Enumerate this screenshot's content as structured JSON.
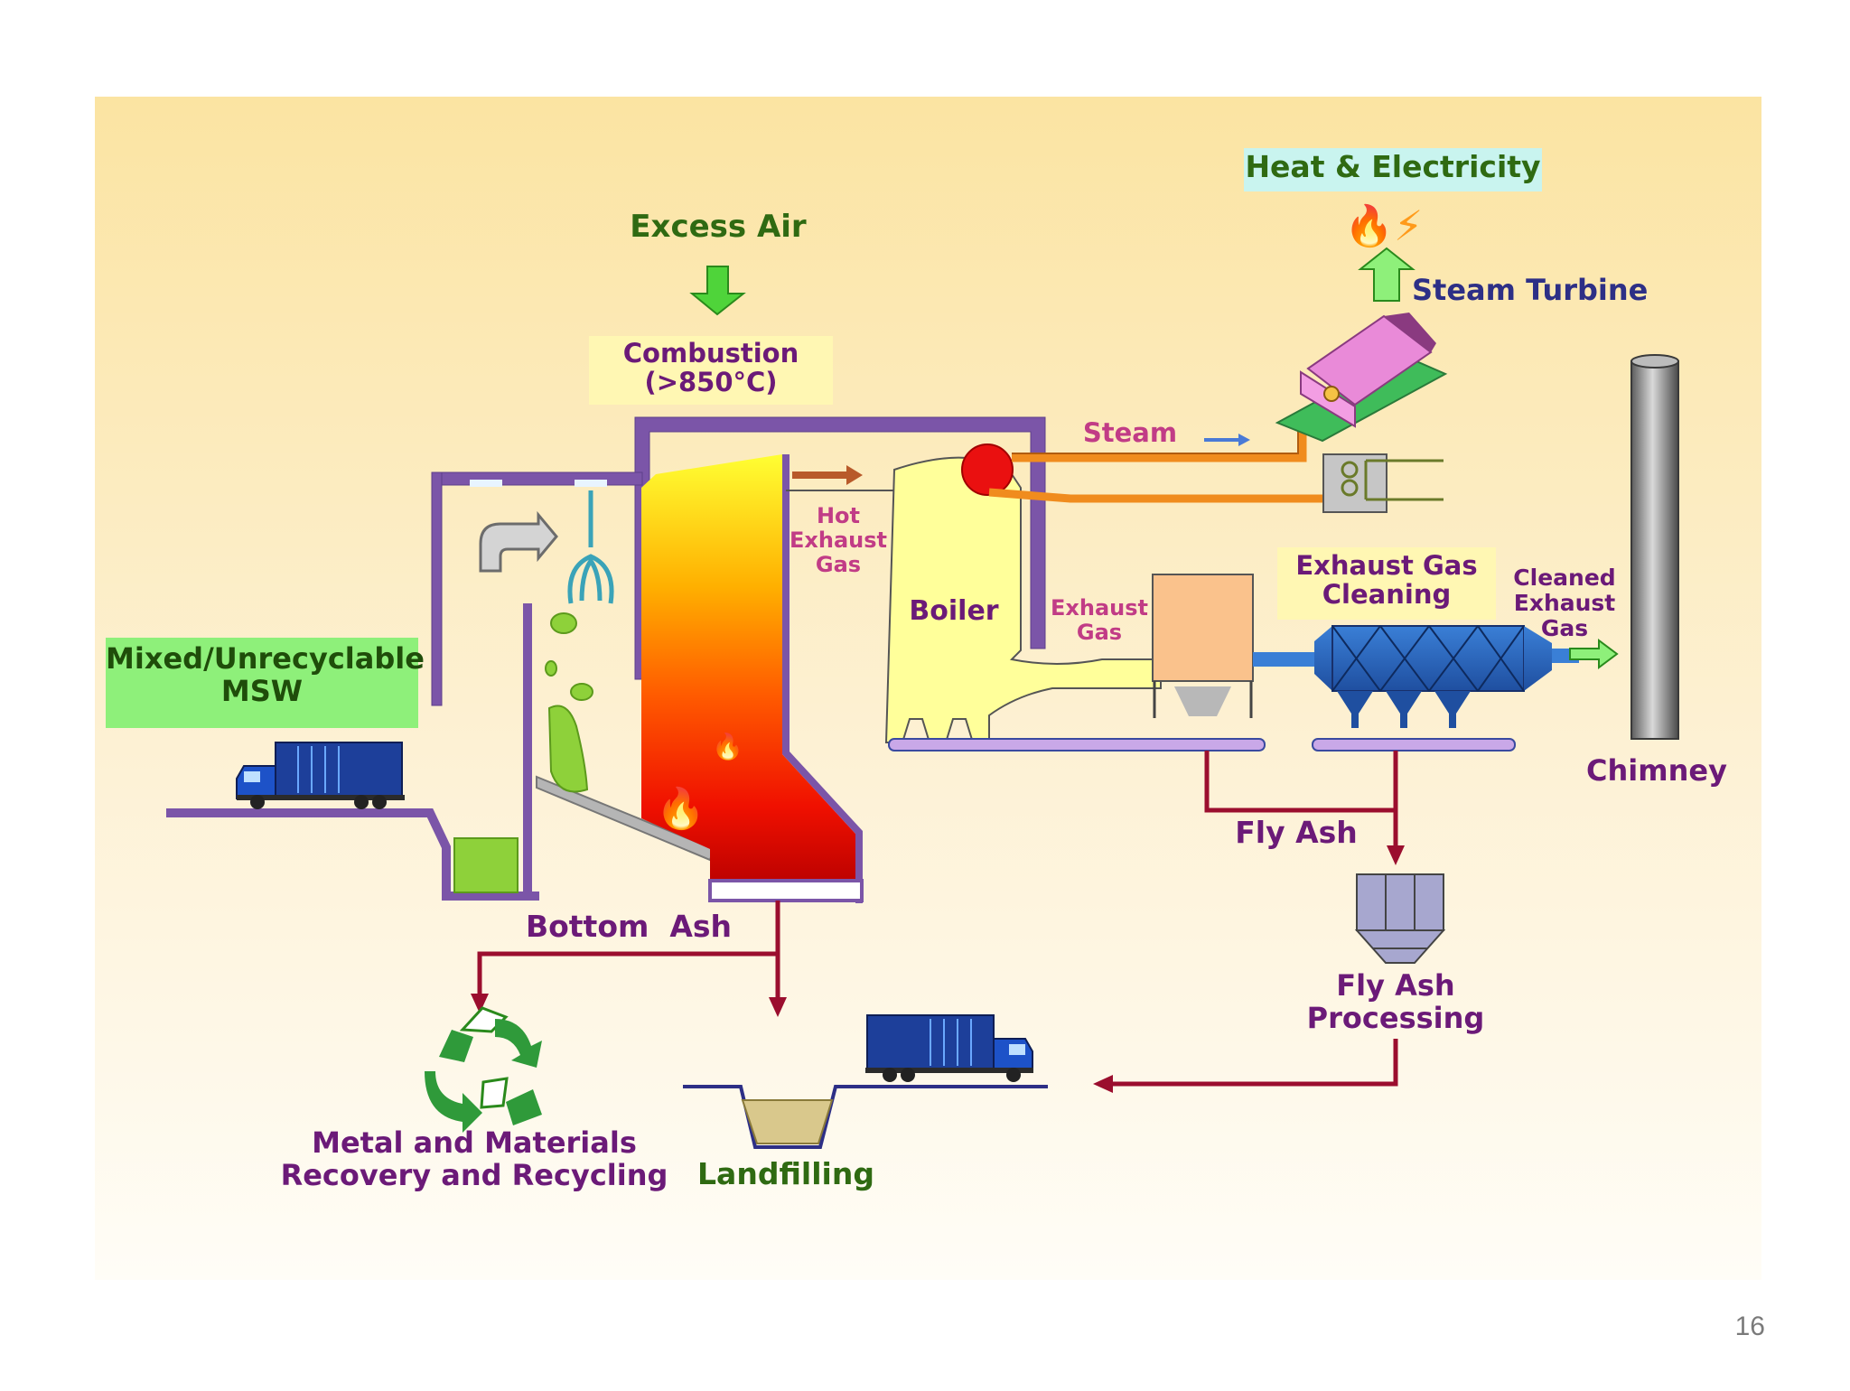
{
  "labels": {
    "excess_air": "Excess Air",
    "combustion": "Combustion\n(>850°C)",
    "heat_electricity": "Heat & Electricity",
    "steam_turbine": "Steam Turbine",
    "steam": "Steam",
    "hot_exhaust_gas": "Hot\nExhaust\nGas",
    "boiler": "Boiler",
    "exhaust_gas": "Exhaust\nGas",
    "exhaust_gas_cleaning": "Exhaust Gas\nCleaning",
    "cleaned_exhaust_gas": "Cleaned\nExhaust\nGas",
    "chimney": "Chimney",
    "mixed_msw": "Mixed/Unrecyclable\nMSW",
    "fly_ash": "Fly Ash",
    "fly_ash_processing": "Fly Ash\nProcessing",
    "bottom_ash": "Bottom  Ash",
    "metal_recovery": "Metal and Materials\nRecovery and Recycling",
    "landfilling": "Landfilling"
  },
  "page_number": "16",
  "colors": {
    "background_top": "#fbe7a6",
    "background_bottom": "#fffdf7",
    "purple_text": "#6b1a78",
    "green_text": "#2f6a12",
    "navy_text": "#2d2f86",
    "ash_lines": "#9b0e2e",
    "steam_pipes": "#f08c1e",
    "structure": "#7b55a8",
    "boiler_fill": "#ffff9a"
  },
  "icons": [
    "truck-icon",
    "recycle-icon",
    "flame-icon",
    "lightning-icon",
    "grab-crane-icon",
    "green-arrow-icon"
  ]
}
